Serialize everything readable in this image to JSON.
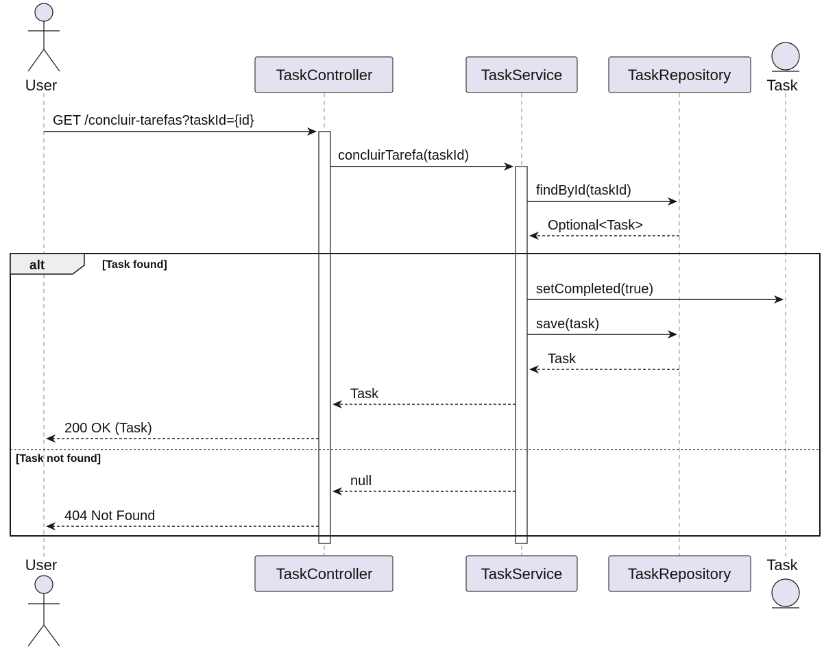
{
  "colors": {
    "participant_fill": "#e2e2f0",
    "stroke": "#181818",
    "lifeline": "#888888",
    "background": "#ffffff"
  },
  "participants": {
    "user": {
      "label": "User",
      "kind": "actor"
    },
    "controller": {
      "label": "TaskController",
      "kind": "participant"
    },
    "service": {
      "label": "TaskService",
      "kind": "participant"
    },
    "repository": {
      "label": "TaskRepository",
      "kind": "participant"
    },
    "task": {
      "label": "Task",
      "kind": "entity"
    }
  },
  "messages": [
    {
      "from": "user",
      "to": "controller",
      "label": "GET /concluir-tarefas?taskId={id}",
      "style": "sync"
    },
    {
      "from": "controller",
      "to": "service",
      "label": "concluirTarefa(taskId)",
      "style": "sync"
    },
    {
      "from": "service",
      "to": "repository",
      "label": "findById(taskId)",
      "style": "sync"
    },
    {
      "from": "repository",
      "to": "service",
      "label": "Optional<Task>",
      "style": "return"
    },
    {
      "from": "service",
      "to": "task",
      "label": "setCompleted(true)",
      "style": "sync"
    },
    {
      "from": "service",
      "to": "repository",
      "label": "save(task)",
      "style": "sync"
    },
    {
      "from": "repository",
      "to": "service",
      "label": "Task",
      "style": "return"
    },
    {
      "from": "service",
      "to": "controller",
      "label": "Task",
      "style": "return"
    },
    {
      "from": "controller",
      "to": "user",
      "label": "200 OK (Task)",
      "style": "return"
    },
    {
      "from": "service",
      "to": "controller",
      "label": "null",
      "style": "return"
    },
    {
      "from": "controller",
      "to": "user",
      "label": "404 Not Found",
      "style": "return"
    }
  ],
  "fragment": {
    "keyword": "alt",
    "guard1": "[Task found]",
    "guard2": "[Task not found]"
  }
}
